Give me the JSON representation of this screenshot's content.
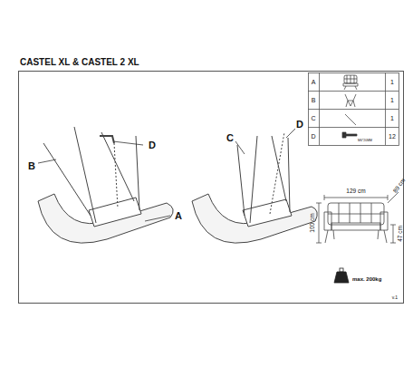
{
  "diagram": {
    "title": "CASTEL XL & CASTEL 2 XL",
    "labels": [
      "A",
      "1",
      "B",
      "1",
      "C",
      "1",
      "D",
      "12",
      "M6*20MM",
      "B",
      "D",
      "A",
      "C",
      "D",
      "129 cm",
      "89 cm",
      "100 cm",
      "47 cm",
      "max. 200kg",
      "v.1"
    ]
  }
}
